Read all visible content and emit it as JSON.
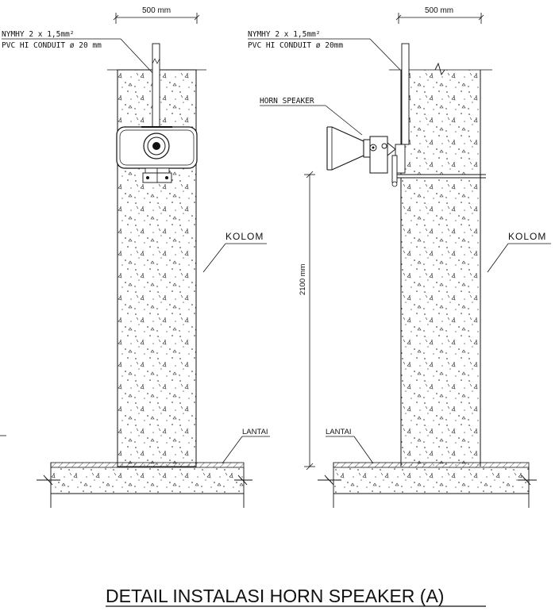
{
  "left_detail": {
    "dimension_top": "500 mm",
    "cable_line1": "NYMHY  2 x 1,5mm²",
    "cable_line2": "PVC HI CONDUIT ø 20 mm",
    "column_label": "KOLOM",
    "floor_label": "LANTAI"
  },
  "right_detail": {
    "dimension_top": "500 mm",
    "cable_line1": "NYMHY  2 x 1,5mm²",
    "cable_line2": "PVC HI CONDUIT ø 20mm",
    "speaker_label": "HORN SPEAKER",
    "column_label": "KOLOM",
    "height_dimension": "2100 mm",
    "floor_label": "LANTAI"
  },
  "title": "DETAIL INSTALASI HORN SPEAKER (A)"
}
